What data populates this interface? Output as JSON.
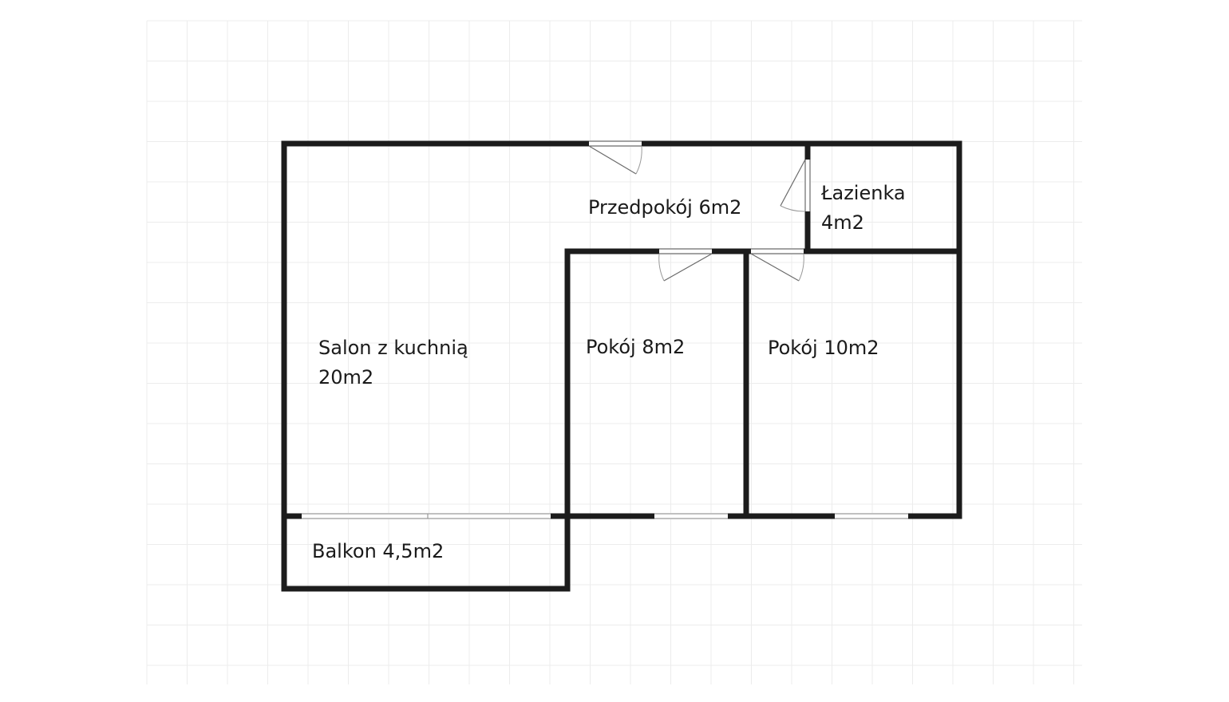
{
  "rooms": {
    "salon_line1": "Salon z kuchnią",
    "salon_line2": "20m2",
    "przedpokoj": "Przedpokój 6m2",
    "lazienka_line1": "Łazienka",
    "lazienka_line2": "4m2",
    "pokoj_small": "Pokój 8m2",
    "pokoj_large": "Pokój 10m2",
    "balkon": "Balkon 4,5m2"
  },
  "colors": {
    "wall": "#1c1c1c",
    "grid": "#ececec",
    "background": "#ffffff",
    "text": "#1a1a1a"
  }
}
